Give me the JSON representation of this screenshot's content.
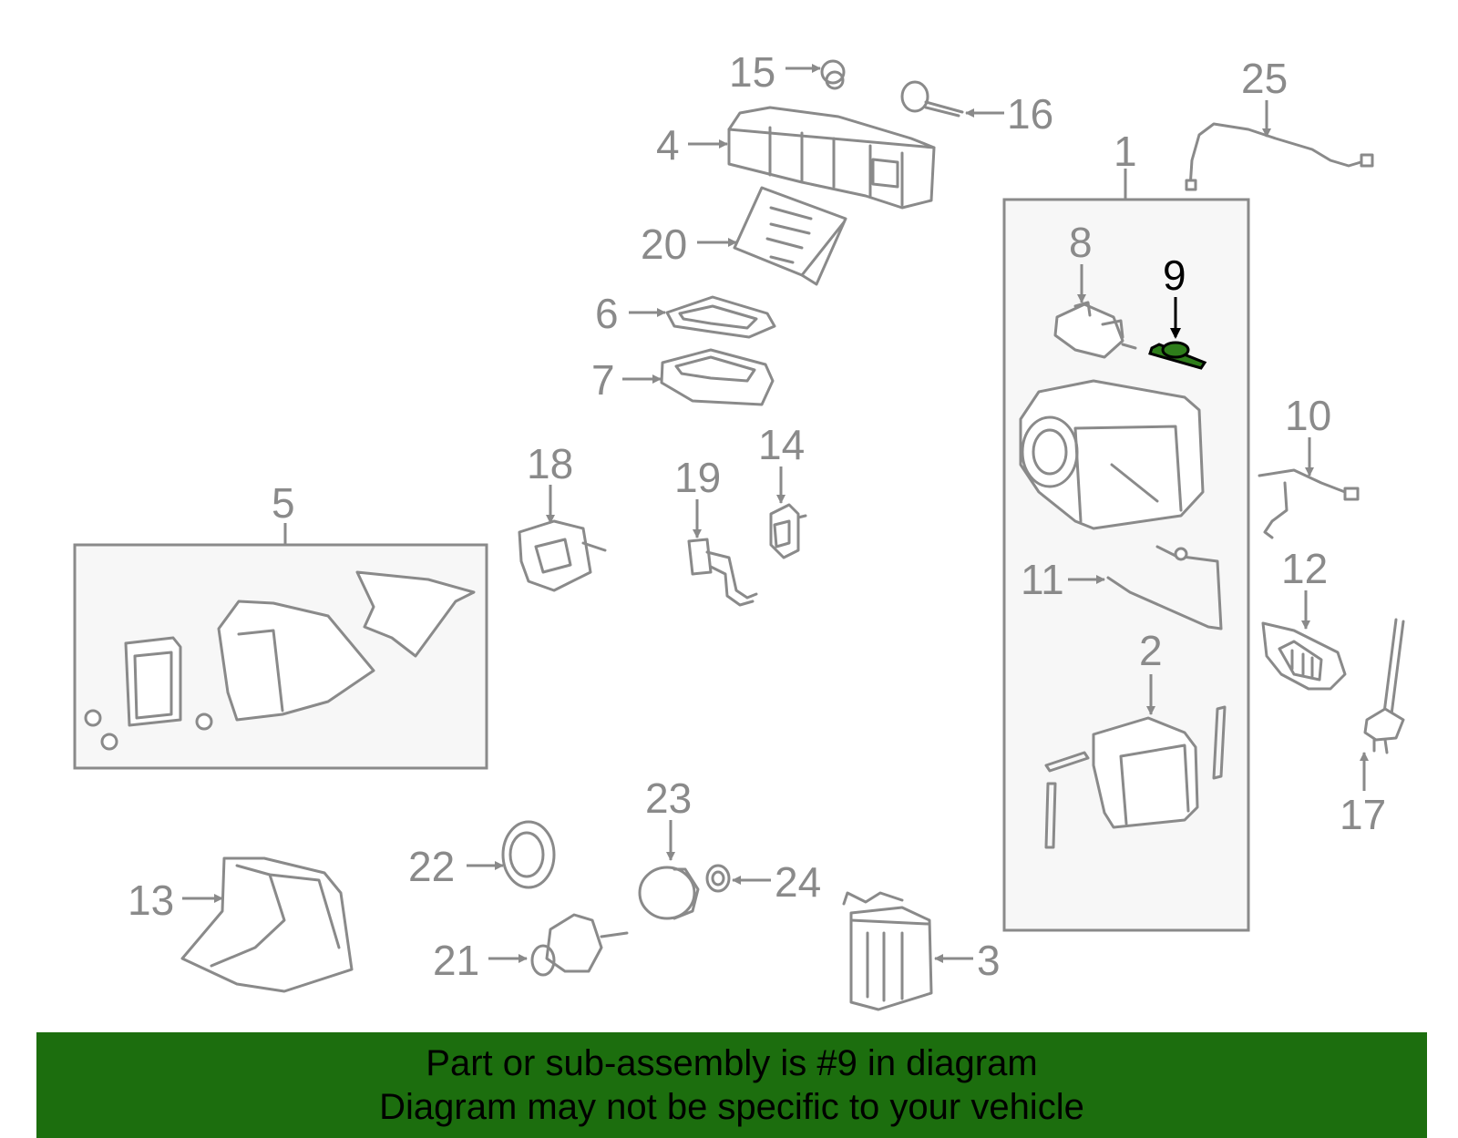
{
  "callouts": {
    "c1": "1",
    "c2": "2",
    "c3": "3",
    "c4": "4",
    "c5": "5",
    "c6": "6",
    "c7": "7",
    "c8": "8",
    "c9": "9",
    "c10": "10",
    "c11": "11",
    "c12": "12",
    "c13": "13",
    "c14": "14",
    "c15": "15",
    "c16": "16",
    "c17": "17",
    "c18": "18",
    "c19": "19",
    "c20": "20",
    "c21": "21",
    "c22": "22",
    "c23": "23",
    "c24": "24",
    "c25": "25"
  },
  "highlighted_part": "9",
  "colors": {
    "highlight": "#2e7d1a",
    "banner": "#1c6e0e",
    "line_gray": "#8a8a8a"
  },
  "banner": {
    "line1": "Part or sub-assembly is #9 in diagram",
    "line2": "Diagram may not be specific to your vehicle"
  }
}
